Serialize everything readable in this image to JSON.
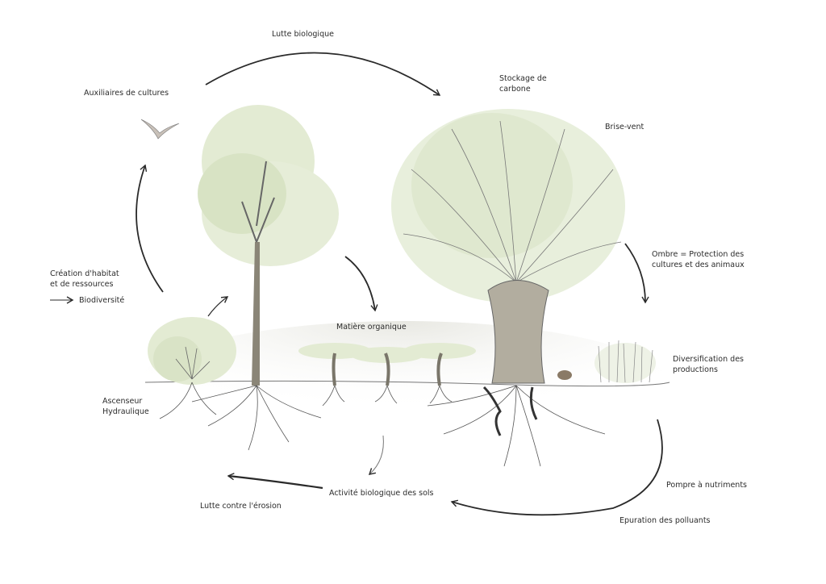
{
  "labels": {
    "lutte_biologique": "Lutte biologique",
    "stockage_carbone": [
      "Stockage de",
      "carbone"
    ],
    "brise_vent": "Brise-vent",
    "auxiliaires": "Auxiliaires de cultures",
    "creation_habitat": [
      "Création d'habitat",
      "et de ressources"
    ],
    "biodiversite": "Biodiversité",
    "ombre": [
      "Ombre = Protection des",
      "cultures et des animaux"
    ],
    "matiere_organique": "Matière organique",
    "diversification": [
      "Diversification des",
      "productions"
    ],
    "ascenseur": [
      "Ascenseur",
      "Hydraulique"
    ],
    "pompe": "Pompre à nutriments",
    "activite_sols": "Activité biologique des sols",
    "erosion": "Lutte contre l'érosion",
    "epuration": "Epuration des polluants"
  },
  "colors": {
    "foliage": "#e3ebd3",
    "ink": "#2a2a2a",
    "bark": "#8a8577",
    "roots": "#555"
  }
}
